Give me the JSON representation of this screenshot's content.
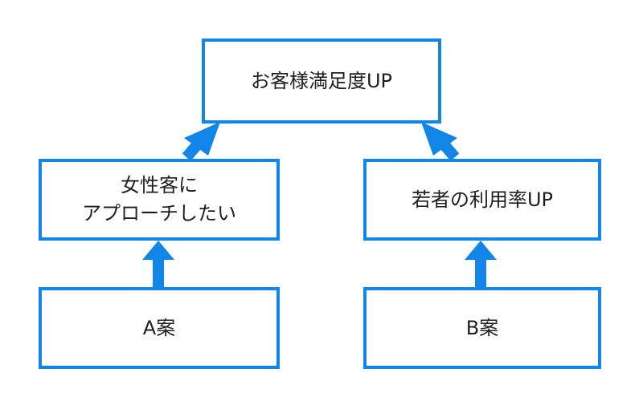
{
  "diagram": {
    "accent_color": "#1185e8",
    "text_color": "#1e1e1e",
    "nodes": {
      "goal": {
        "label": "お客様満足度UP"
      },
      "sub_left": {
        "label": "女性客に\nアプローチしたい"
      },
      "sub_right": {
        "label": "若者の利用率UP"
      },
      "plan_a": {
        "label": "A案"
      },
      "plan_b": {
        "label": "B案"
      }
    }
  }
}
